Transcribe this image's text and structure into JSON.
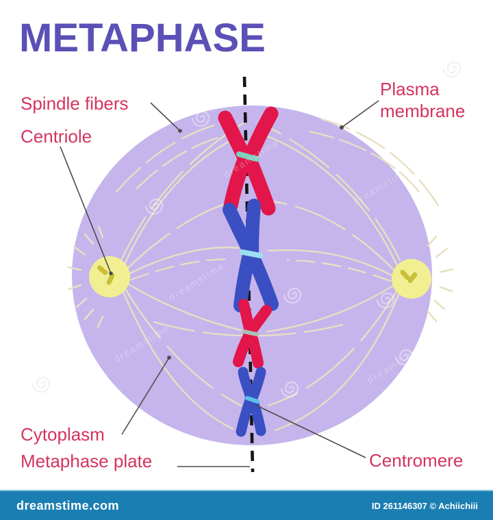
{
  "title": "METAPHASE",
  "labels": {
    "spindle_fibers": "Spindle fibers",
    "centriole": "Centriole",
    "plasma_membrane": "Plasma membrane",
    "cytoplasm": "Cytoplasm",
    "metaphase_plate": "Metaphase plate",
    "centromere": "Centromere"
  },
  "watermark": {
    "brand": "dreamstime"
  },
  "footer": {
    "site": "dreamstime.com",
    "credit": "ID 261146307 © Achiichiii"
  },
  "colors": {
    "title_color": "#5a50b6",
    "label_color": "#d4335f",
    "cell_fill": "#c5b5ec",
    "fiber_color": "#e8dfc3",
    "chromosome_red": "#e2164a",
    "chromosome_blue": "#3a4fc2",
    "centromere_band_teal": "#7ed0bd",
    "centromere_band_cyan": "#9bdff2",
    "centromere_band_gray": "#a8c3b4",
    "centromere_band_bright": "#55c3e8",
    "centriole_fill": "#f2ef92",
    "centriole_bar": "#c9bf3a",
    "pointer_color": "#4a4a4a",
    "axis_color": "#151515",
    "footer_bg": "#1b7eb2",
    "footer_edge": "#7abcd9",
    "footer_text": "#ffffff"
  }
}
